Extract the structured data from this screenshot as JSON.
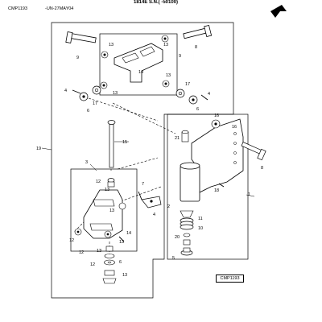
{
  "header": {
    "code_left": "CMP1193",
    "date_code": "-UN-27MAY04",
    "title": "1814E S.N.( -50100)"
  },
  "drawing_tag": "CMP1193",
  "callouts": [
    {
      "id": "c9a",
      "text": "9"
    },
    {
      "id": "c13a",
      "text": "13"
    },
    {
      "id": "c13b",
      "text": "13"
    },
    {
      "id": "c8a",
      "text": "8"
    },
    {
      "id": "c9b",
      "text": "9"
    },
    {
      "id": "c14a",
      "text": "14"
    },
    {
      "id": "c13c",
      "text": "13"
    },
    {
      "id": "c13d",
      "text": "13"
    },
    {
      "id": "c17a",
      "text": "17"
    },
    {
      "id": "c17b",
      "text": "17"
    },
    {
      "id": "c4a",
      "text": "4"
    },
    {
      "id": "c6a",
      "text": "6"
    },
    {
      "id": "c4b",
      "text": "4"
    },
    {
      "id": "c6b",
      "text": "6"
    },
    {
      "id": "c16a",
      "text": "16"
    },
    {
      "id": "c16b",
      "text": "16"
    },
    {
      "id": "c8b",
      "text": "8"
    },
    {
      "id": "c21",
      "text": "21"
    },
    {
      "id": "c15",
      "text": "15"
    },
    {
      "id": "c19",
      "text": "19"
    },
    {
      "id": "c3",
      "text": "3"
    },
    {
      "id": "c18",
      "text": "18"
    },
    {
      "id": "c1",
      "text": "1"
    },
    {
      "id": "c12a",
      "text": "12"
    },
    {
      "id": "c13e",
      "text": "13"
    },
    {
      "id": "c7",
      "text": "7"
    },
    {
      "id": "c13f",
      "text": "13"
    },
    {
      "id": "c2",
      "text": "2"
    },
    {
      "id": "c11",
      "text": "11"
    },
    {
      "id": "c4c",
      "text": "4"
    },
    {
      "id": "c10",
      "text": "10"
    },
    {
      "id": "c20",
      "text": "20"
    },
    {
      "id": "c14b",
      "text": "14"
    },
    {
      "id": "c13g",
      "text": "13"
    },
    {
      "id": "c12b",
      "text": "12"
    },
    {
      "id": "c5",
      "text": "5"
    },
    {
      "id": "c13h",
      "text": "13"
    },
    {
      "id": "c12c",
      "text": "12"
    },
    {
      "id": "c6c",
      "text": "6"
    },
    {
      "id": "c12d",
      "text": "12"
    },
    {
      "id": "c13i",
      "text": "13"
    }
  ]
}
